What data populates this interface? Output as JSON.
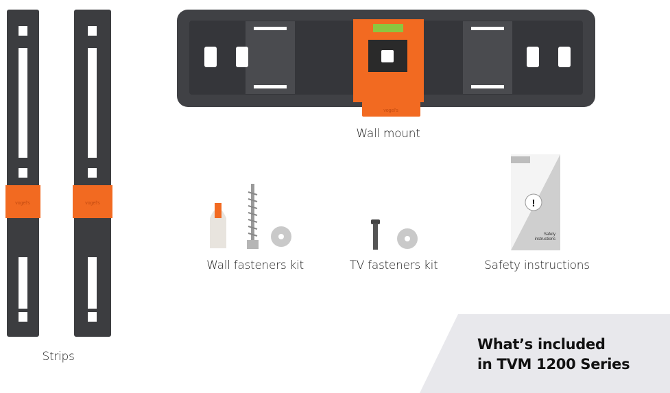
{
  "colors": {
    "accent": "#f26a21",
    "dark": "#3c3d40",
    "panel": "#e8e8ec"
  },
  "brand_mark": "vogel's",
  "items": {
    "strips": "Strips",
    "wall_mount": "Wall mount",
    "wall_fasteners": "Wall fasteners kit",
    "tv_fasteners": "TV fasteners kit",
    "safety": "Safety instructions"
  },
  "booklet_text": [
    "Safety",
    "instructions"
  ],
  "headline": [
    "What’s included",
    "in TVM 1200 Series"
  ]
}
